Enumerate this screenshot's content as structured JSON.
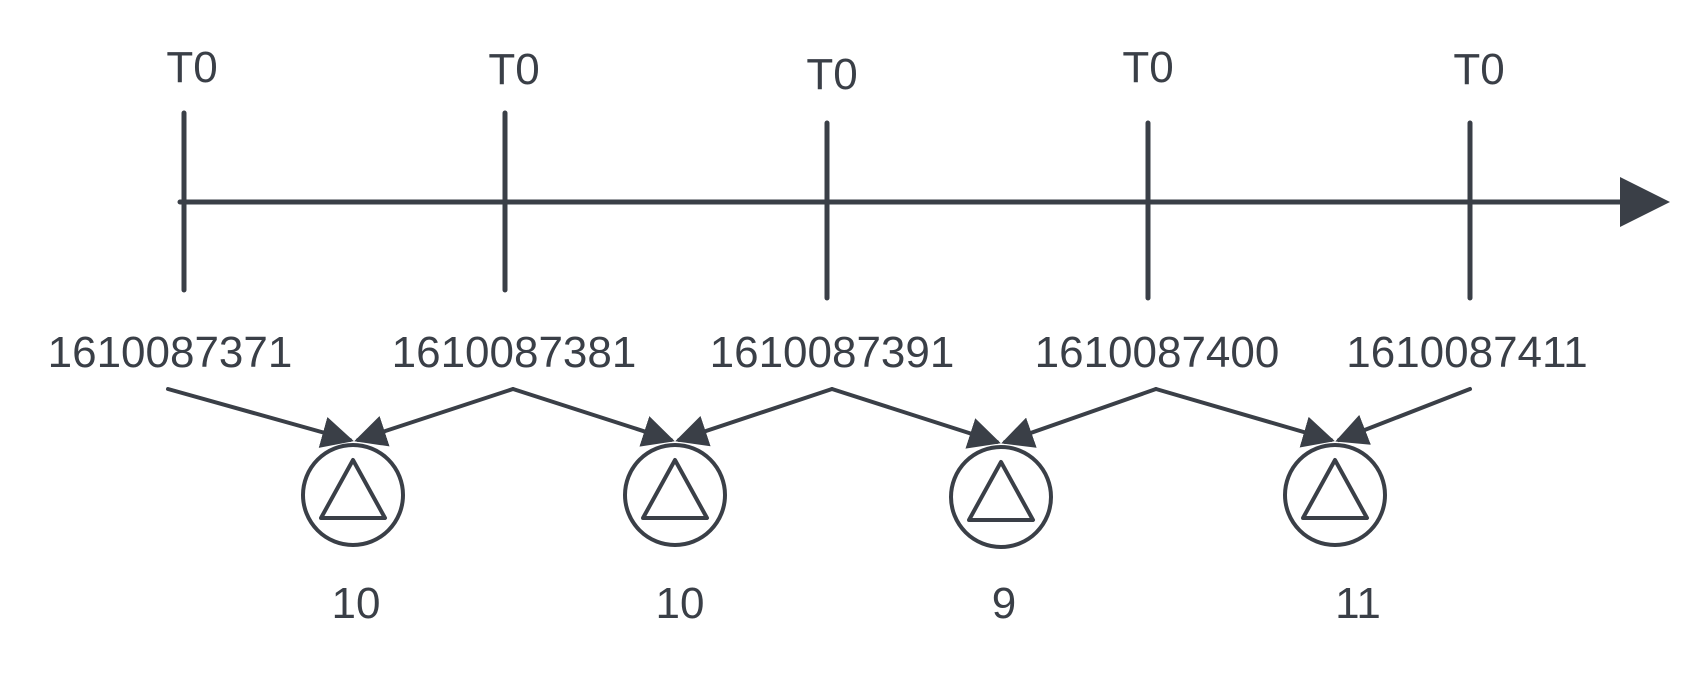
{
  "ticks": [
    {
      "label": "T0",
      "timestamp": "1610087371"
    },
    {
      "label": "T0",
      "timestamp": "1610087381"
    },
    {
      "label": "T0",
      "timestamp": "1610087391"
    },
    {
      "label": "T0",
      "timestamp": "1610087400"
    },
    {
      "label": "T0",
      "timestamp": "1610087411"
    }
  ],
  "deltas": [
    {
      "value": "10",
      "symbol": "delta-icon"
    },
    {
      "value": "10",
      "symbol": "delta-icon"
    },
    {
      "value": "9",
      "symbol": "delta-icon"
    },
    {
      "value": "11",
      "symbol": "delta-icon"
    }
  ],
  "colors": {
    "stroke": "#3a3f47",
    "background": "#ffffff"
  }
}
